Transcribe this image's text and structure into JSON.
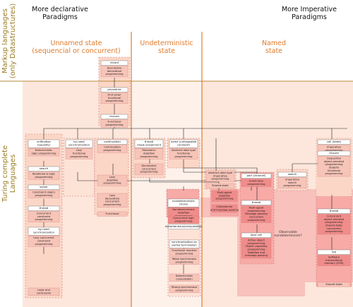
{
  "axis_labels": {
    "markup": "Markup languages\n(only Datastructures)",
    "turing": "Turing complete\nLanguages"
  },
  "headers": {
    "declarative": "More declarative\nParadigms",
    "imperative": "More Imperative\nParadigms",
    "unnamed": "Unnamed state\n(sequencial or concurrent)",
    "undeterministic": "Undeterministic\nstate",
    "named": "Named\nstate"
  },
  "boxes": [
    {
      "id": "record",
      "concept": "record",
      "paradigms": [
        "Descriptive",
        "declarative",
        "programming"
      ]
    },
    {
      "id": "procedure",
      "concept": "procedure",
      "paradigms": [
        "First-order",
        "functional",
        "programming"
      ]
    },
    {
      "id": "closure",
      "concept": "closure",
      "paradigms": [
        "Functional",
        "programming"
      ]
    },
    {
      "id": "unification",
      "concept": "unification\n(equality)",
      "paradigms": [
        "Deterministic",
        "logic programming"
      ]
    },
    {
      "id": "search1",
      "concept": "search",
      "paradigms": [
        "Relational & logic",
        "programming"
      ]
    },
    {
      "id": "solver",
      "concept": "solver",
      "paradigms": [
        "Constraint (logic)",
        "programming"
      ]
    },
    {
      "id": "thread1",
      "concept": "thread",
      "paradigms": [
        "Concurrent",
        "constraint",
        "programming"
      ]
    },
    {
      "id": "byneed",
      "concept": "by-need\nsynchronization",
      "paradigms": [
        "Lazy concurrent",
        "constraint",
        "programming"
      ]
    },
    {
      "id": "logicprog",
      "concept": "",
      "paradigms": [
        "Logic and",
        "constraints"
      ]
    },
    {
      "id": "byneed2",
      "concept": "by-need\nsynchronization",
      "paradigms": [
        "Lazy",
        "functional",
        "programming"
      ]
    },
    {
      "id": "continuation",
      "concept": "continuation",
      "paradigms": [
        "Continuation",
        "programming"
      ]
    },
    {
      "id": "lazydata",
      "concept": "",
      "paradigms": [
        "Lazy",
        "dataflow",
        "programming"
      ]
    },
    {
      "id": "lazydecl",
      "concept": "",
      "paradigms": [
        "Lazy",
        "declarative",
        "concurrent",
        "programming"
      ]
    },
    {
      "id": "functional_label",
      "concept": "",
      "paradigms": [
        "Functional"
      ]
    },
    {
      "id": "thread2",
      "concept": "thread\nsingle assignment",
      "paradigms": [
        "Monotonic",
        "dataflow",
        "programming"
      ]
    },
    {
      "id": "decl_conc",
      "concept": "",
      "paradigms": [
        "Declarative",
        "concurrent",
        "programming"
      ]
    },
    {
      "id": "name",
      "concept": "name (unforgeable\nconstant)",
      "paradigms": [
        "Abstract data type",
        "functional",
        "programming"
      ]
    },
    {
      "id": "adt_imp",
      "concept": "",
      "paradigms": [
        "Abstract data type",
        "imperative",
        "programming"
      ]
    },
    {
      "id": "shared",
      "concept": "",
      "paradigms": [
        "Shared-state"
      ]
    },
    {
      "id": "nondet",
      "concept": "nondeterministic\nchoice",
      "paradigms": [
        "Nondeterministic",
        "dataflow",
        "programming"
      ]
    },
    {
      "id": "concurrent_logic",
      "concept": "",
      "paradigms": [
        "Concurrent logic",
        "programming"
      ]
    },
    {
      "id": "multiagent",
      "concept": "",
      "paradigms": [
        "Multi-agent",
        "dataflow",
        "programming"
      ]
    },
    {
      "id": "clientserver",
      "concept": "",
      "paradigms": [
        "Client/server",
        "and message passing"
      ]
    },
    {
      "id": "instant",
      "concept": "instantaneous/computation",
      "paradigms": []
    },
    {
      "id": "synch",
      "concept": "synchronization on\npartial termination",
      "paradigms": [
        "Functional reactive",
        "programming"
      ]
    },
    {
      "id": "weaksync",
      "concept": "",
      "paradigms": [
        "Weak synchronous",
        "programming"
      ]
    },
    {
      "id": "deterministic_sync",
      "concept": "",
      "paradigms": [
        "Deterministic",
        "computation"
      ]
    },
    {
      "id": "strongsync",
      "concept": "",
      "paradigms": [
        "Strong synchronous",
        "programming"
      ]
    },
    {
      "id": "port",
      "concept": "port (channel)",
      "paradigms": [
        "Event-loop",
        "programming"
      ]
    },
    {
      "id": "thread3",
      "concept": "thread",
      "paradigms": [
        "Multi-agent",
        "programming",
        "Message passing",
        "concurrent",
        "programming"
      ]
    },
    {
      "id": "localcell",
      "concept": "local cell",
      "paradigms": [
        "Active object",
        "programming",
        "Object capability",
        "programming",
        "Dataflow and",
        "message passing"
      ]
    },
    {
      "id": "cell",
      "concept": "cell (state)",
      "paradigms": [
        "Imperative",
        "programming"
      ]
    },
    {
      "id": "search2",
      "concept": "search",
      "paradigms": [
        "Imperative",
        "search",
        "programming"
      ]
    },
    {
      "id": "closure2",
      "concept": "closure",
      "paradigms": [
        "Sequential",
        "object-oriented",
        "programming",
        "Stateful",
        "functional",
        "programming"
      ]
    },
    {
      "id": "thread4",
      "concept": "thread",
      "paradigms": [
        "Concurrent",
        "object-oriented",
        "programming",
        "Shared-state",
        "concurrent",
        "programming"
      ]
    },
    {
      "id": "log",
      "concept": "log",
      "paradigms": [
        "Software",
        "transactional",
        "memory (STM)"
      ]
    },
    {
      "id": "shared_state",
      "concept": "",
      "paradigms": [
        "Shared state"
      ]
    }
  ],
  "region_label": "Observable\nnondeterminism?"
}
